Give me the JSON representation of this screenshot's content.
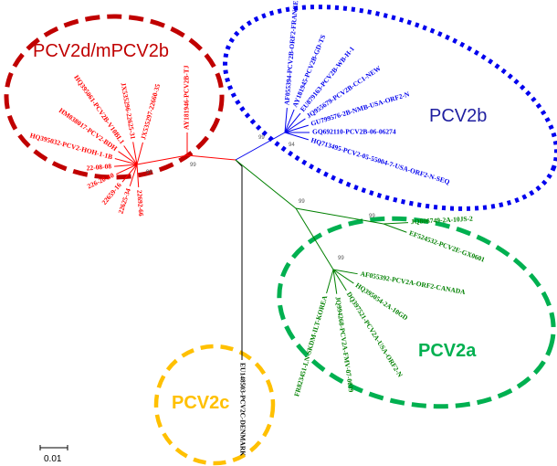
{
  "groups": {
    "pcv2d": {
      "label": "PCV2d/mPCV2b",
      "color": "#c00000"
    },
    "pcv2b": {
      "label": "PCV2b",
      "color": "#0000ee"
    },
    "pcv2a": {
      "label": "PCV2a",
      "color": "#00b050"
    },
    "pcv2c": {
      "label": "PCV2c",
      "color": "#ffc000"
    }
  },
  "taxa": {
    "red": [
      "AY181946-PCV2B-TJ",
      "JX535297-22660-35",
      "JX535296-22625-31",
      "HQ395061-PCV2B-V10BL1",
      "HM038017-PCV2-BDH",
      "HQ395032-PCV2-HOH-1-1B",
      "22-08-08",
      "226-20-40",
      "22659-16",
      "22625-34",
      "22692-66"
    ],
    "blue": [
      "AF055394-PCV2B-ORF2-FRANCE",
      "AY181945-PCV2B-GD-TS",
      "EU879163-PCV2B-WB-H-1",
      "JQ955679-PCV2B-CC1-NEW",
      "GU799576-2B-NMB-USA-ORF2-N",
      "GQ692110-PCV2B-06-06274",
      "HQ713495-PCV2-05-55004-7-USA-ORF2-N-SEQ"
    ],
    "green": [
      "JQ806749-2A-10JS-2",
      "EF524532-PCV2E-GX0601",
      "AF055392-PCV2A-ORF2-CANADA",
      "HQ395054-2A-10GD",
      "DQ397521-PCV2A-USA-ORF2-N",
      "JQ994268-PCV2A-FMV-07-0039",
      "FR823451-LN-SKDM-ILT-KOREA"
    ],
    "black": [
      "EU148503-PCV2C-DENMARK"
    ]
  },
  "bootstrap": [
    "99",
    "99",
    "99",
    "94",
    "99",
    "99",
    "99"
  ],
  "scale_bar": "0.01"
}
